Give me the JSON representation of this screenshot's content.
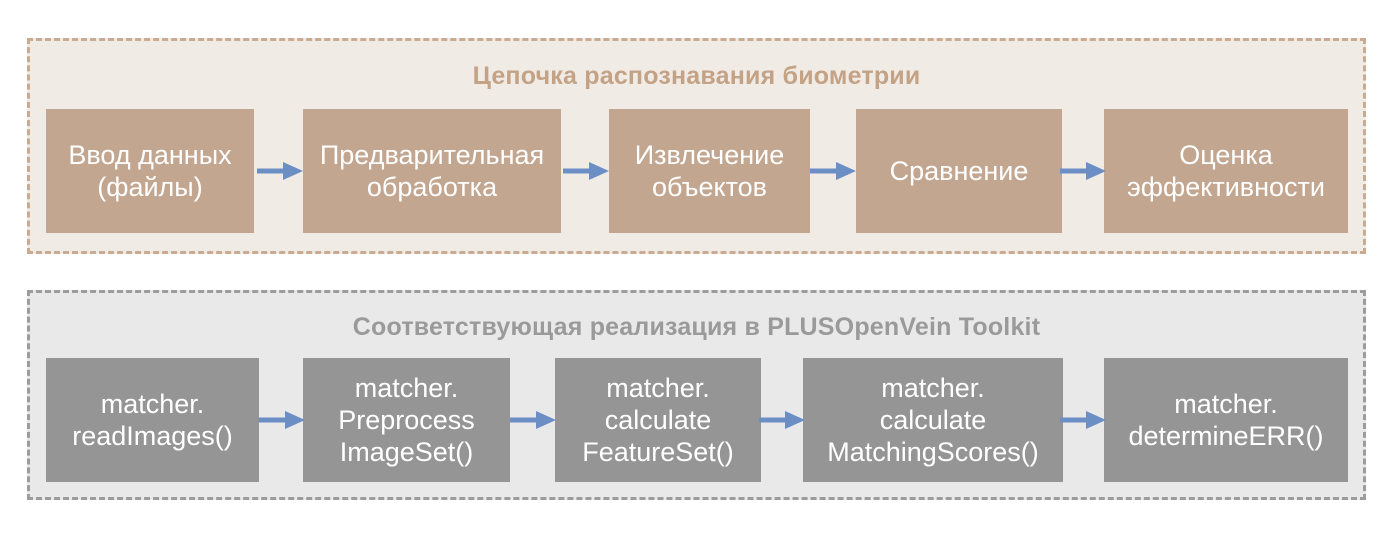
{
  "colors": {
    "top_panel_bg": "#f1ebe6",
    "top_panel_border": "#c9ab93",
    "top_title": "#c3a285",
    "top_box": "#c2a690",
    "bottom_panel_bg": "#e9e9e9",
    "bottom_panel_border": "#9c9c9c",
    "bottom_title": "#9a9a9a",
    "bottom_box": "#959595",
    "arrow": "#6b8ec5",
    "box_text": "#ffffff"
  },
  "pipeline": {
    "title": "Цепочка распознавания биометрии",
    "steps": [
      "Ввод данных\n(файлы)",
      "Предварительная\nобработка",
      "Извлечение\nобъектов",
      "Сравнение",
      "Оценка\nэффективности"
    ]
  },
  "implementation": {
    "title": "Соответствующая реализация в PLUSOpenVein Toolkit",
    "steps": [
      "matcher.\nreadImages()",
      "matcher.\nPreprocess\nImageSet()",
      "matcher.\ncalculate\nFeatureSet()",
      "matcher.\ncalculate\nMatchingScores()",
      "matcher.\ndetermineERR()"
    ]
  }
}
